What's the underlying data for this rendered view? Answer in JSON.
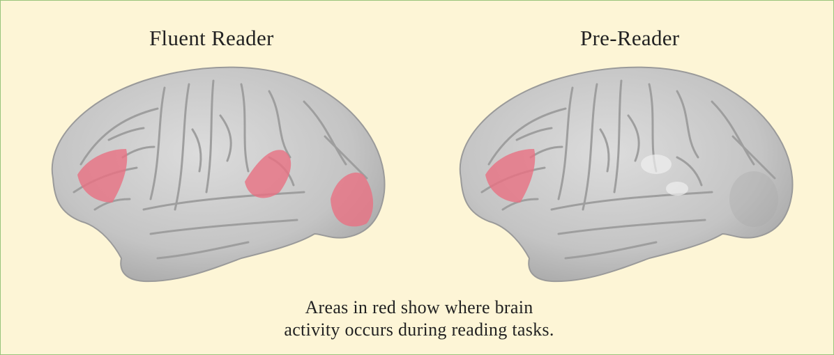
{
  "figure": {
    "left_title": "Fluent Reader",
    "right_title": "Pre-Reader",
    "caption_line1": "Areas in red show where brain",
    "caption_line2": "activity occurs during reading tasks."
  },
  "colors": {
    "background": "#fdf5d6",
    "border": "#98c37b",
    "brain_gray": "#c9c9c9",
    "activation_red": "#e87082"
  },
  "brains": [
    {
      "label_ref": "left_title",
      "active_regions": [
        "frontal",
        "temporoparietal",
        "occipitotemporal"
      ]
    },
    {
      "label_ref": "right_title",
      "active_regions": [
        "frontal"
      ]
    }
  ]
}
